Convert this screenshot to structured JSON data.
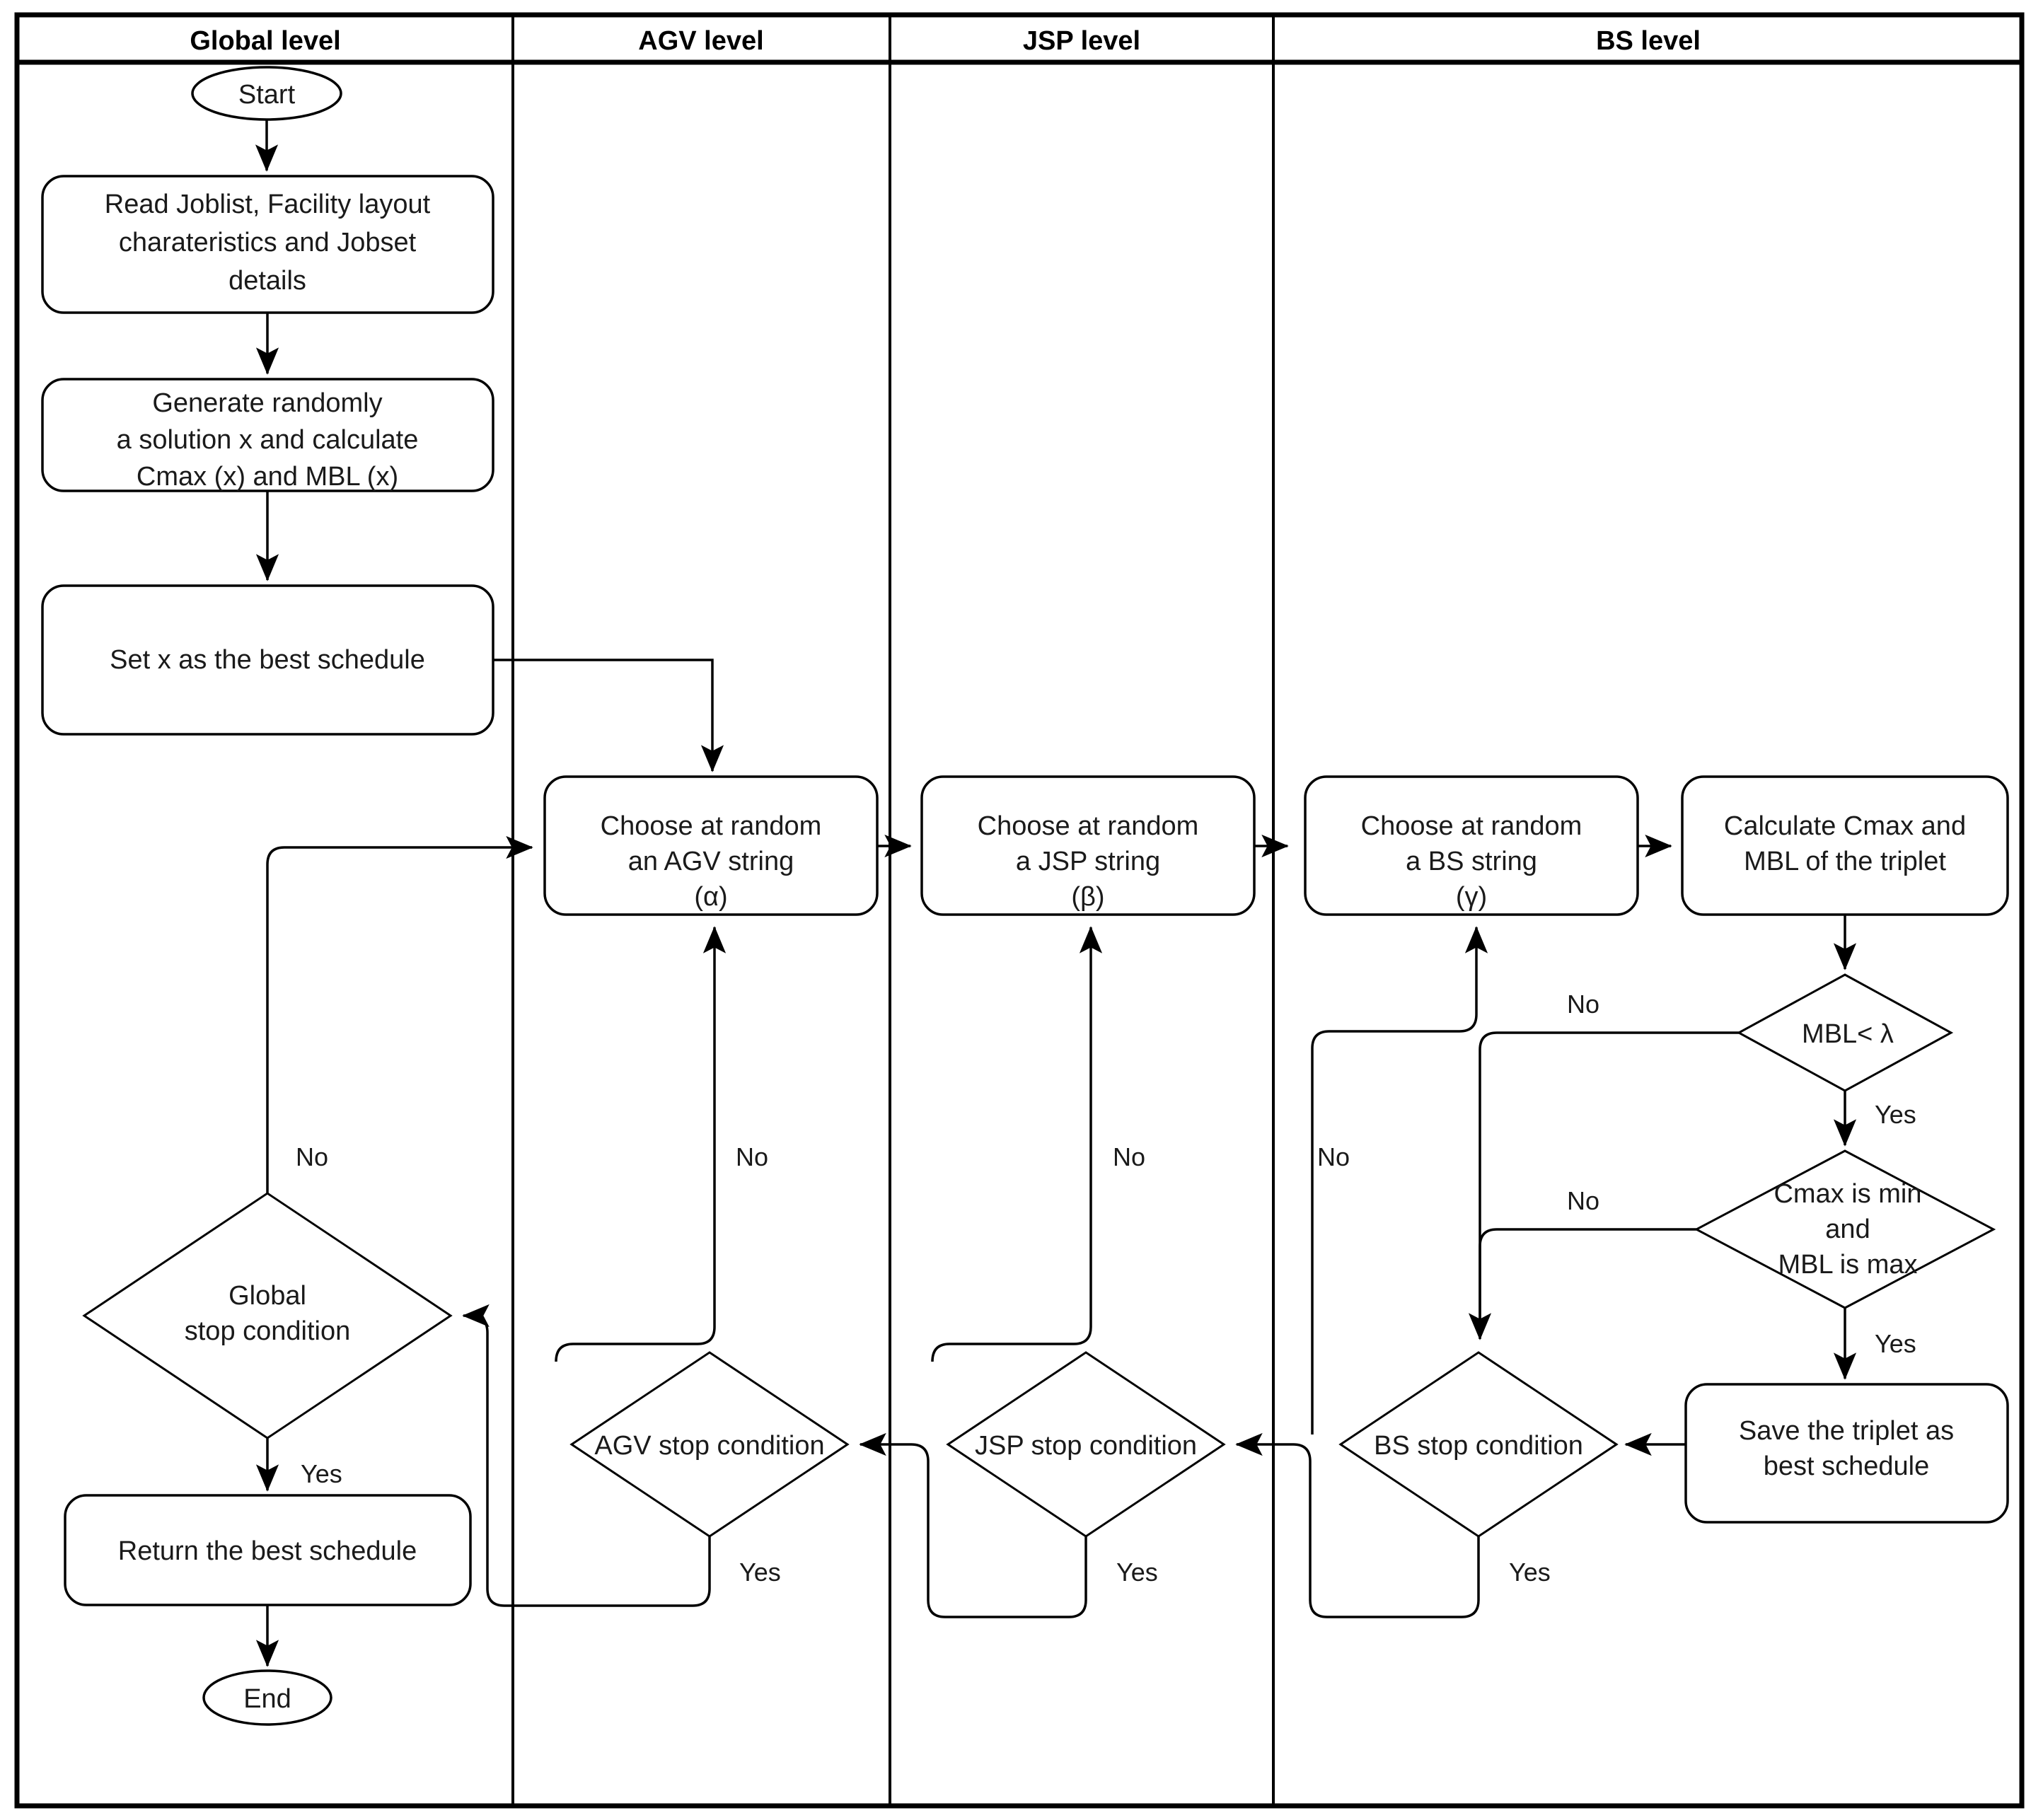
{
  "diagram": {
    "type": "flowchart",
    "title": "Multi-level metaheuristic scheduling flowchart",
    "lanes": [
      {
        "id": "global",
        "label": "Global level"
      },
      {
        "id": "agv",
        "label": "AGV level"
      },
      {
        "id": "jsp",
        "label": "JSP level"
      },
      {
        "id": "bs",
        "label": "BS level"
      }
    ],
    "nodes": {
      "start": {
        "shape": "terminator",
        "label": "Start",
        "lane": "global"
      },
      "read": {
        "shape": "process",
        "lane": "global",
        "lines": [
          "Read Joblist, Facility layout",
          "charateristics and Jobset",
          "details"
        ]
      },
      "generate": {
        "shape": "process",
        "lane": "global",
        "lines": [
          "Generate randomly",
          "a solution x and calculate",
          "Cmax (x) and MBL (x)"
        ]
      },
      "setbest": {
        "shape": "process",
        "lane": "global",
        "lines": [
          "Set x as the best schedule"
        ]
      },
      "globalstop": {
        "shape": "decision",
        "lane": "global",
        "lines": [
          "Global",
          "stop condition"
        ]
      },
      "returnbest": {
        "shape": "process",
        "lane": "global",
        "lines": [
          "Return the best schedule"
        ]
      },
      "end": {
        "shape": "terminator",
        "label": "End",
        "lane": "global"
      },
      "agvchoose": {
        "shape": "process",
        "lane": "agv",
        "lines": [
          "Choose at random",
          "an AGV string",
          "(α)"
        ]
      },
      "agvstop": {
        "shape": "decision",
        "lane": "agv",
        "lines": [
          "AGV stop condition"
        ]
      },
      "jspchoose": {
        "shape": "process",
        "lane": "jsp",
        "lines": [
          "Choose at random",
          "a JSP string",
          "(β)"
        ]
      },
      "jspstop": {
        "shape": "decision",
        "lane": "jsp",
        "lines": [
          "JSP stop condition"
        ]
      },
      "bschoose": {
        "shape": "process",
        "lane": "bs",
        "lines": [
          "Choose at random",
          "a BS string",
          "(γ)"
        ]
      },
      "bsstop": {
        "shape": "decision",
        "lane": "bs",
        "lines": [
          "BS stop condition"
        ]
      },
      "calc": {
        "shape": "process",
        "lane": "bs",
        "lines": [
          "Calculate Cmax and",
          "MBL of the triplet"
        ]
      },
      "mbl": {
        "shape": "decision",
        "lane": "bs",
        "lines": [
          "MBL< λ"
        ]
      },
      "cmaxmin": {
        "shape": "decision",
        "lane": "bs",
        "lines": [
          "Cmax is min",
          "and",
          "MBL is max"
        ]
      },
      "savebest": {
        "shape": "process",
        "lane": "bs",
        "lines": [
          "Save the triplet as",
          "best schedule"
        ]
      }
    },
    "edge_labels": {
      "global_no": "No",
      "global_yes": "Yes",
      "agv_no": "No",
      "agv_yes": "Yes",
      "jsp_no": "No",
      "jsp_yes": "Yes",
      "bs_no": "No",
      "bs_yes": "Yes",
      "mbl_no": "No",
      "mbl_yes": "Yes",
      "cmax_no": "No",
      "cmax_yes": "Yes"
    },
    "colors": {
      "stroke": "#000000",
      "text": "#1a1a1a",
      "background": "#ffffff"
    }
  }
}
